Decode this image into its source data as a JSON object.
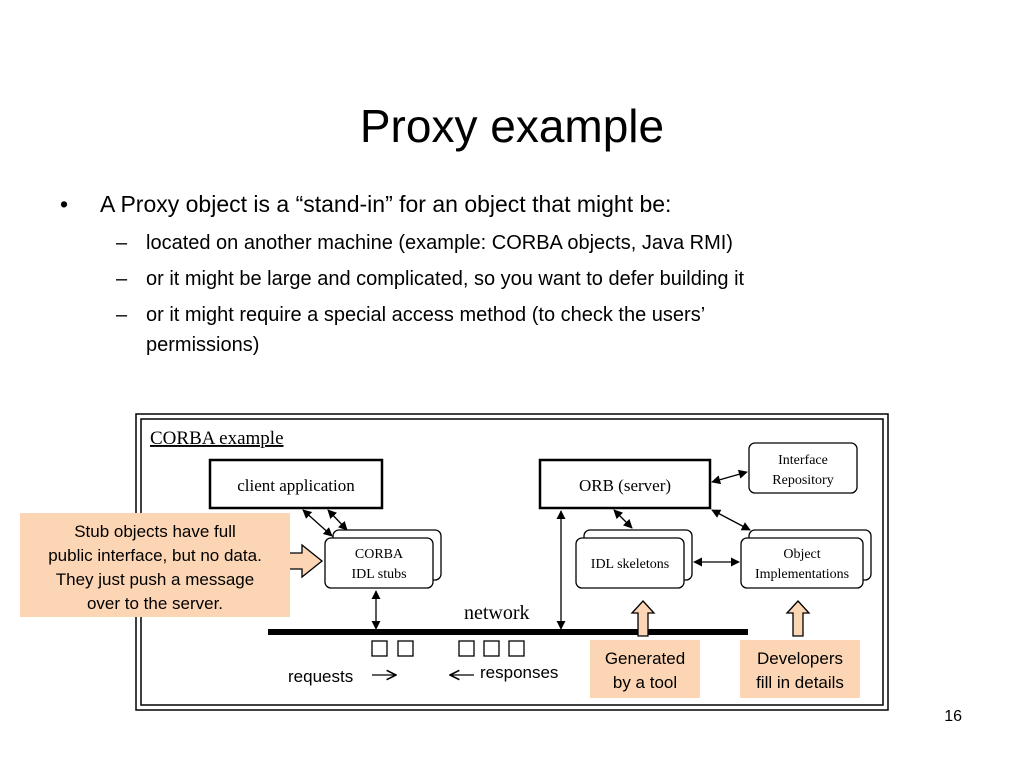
{
  "slide": {
    "title": "Proxy example",
    "number": "16"
  },
  "bullets": {
    "main": "A Proxy object is a “stand-in” for an object that might be:",
    "marker": "•",
    "dash": "–",
    "sub": [
      "located on another machine (example:  CORBA objects, Java RMI)",
      "or it might be large and complicated, so you want to defer building it",
      "or it might require a special access method (to check the users’",
      "permissions)"
    ]
  },
  "diagram": {
    "heading": "CORBA example",
    "client_app": "client application",
    "orb": "ORB (server)",
    "interface_repo": [
      "Interface",
      "Repository"
    ],
    "stubs": [
      "CORBA",
      "IDL stubs"
    ],
    "skeletons": "IDL skeletons",
    "object_impl": [
      "Object",
      "Implementations"
    ],
    "network": "network",
    "requests": "requests",
    "responses": "responses",
    "callout_stub": [
      "Stub objects have full",
      "public interface, but no data.",
      "They just push a message",
      "over to the server."
    ],
    "callout_generated": [
      "Generated",
      "by a tool"
    ],
    "callout_developers": [
      "Developers",
      "fill in details"
    ],
    "colors": {
      "callout_fill": "#fcd5b4",
      "line": "#000000"
    }
  }
}
